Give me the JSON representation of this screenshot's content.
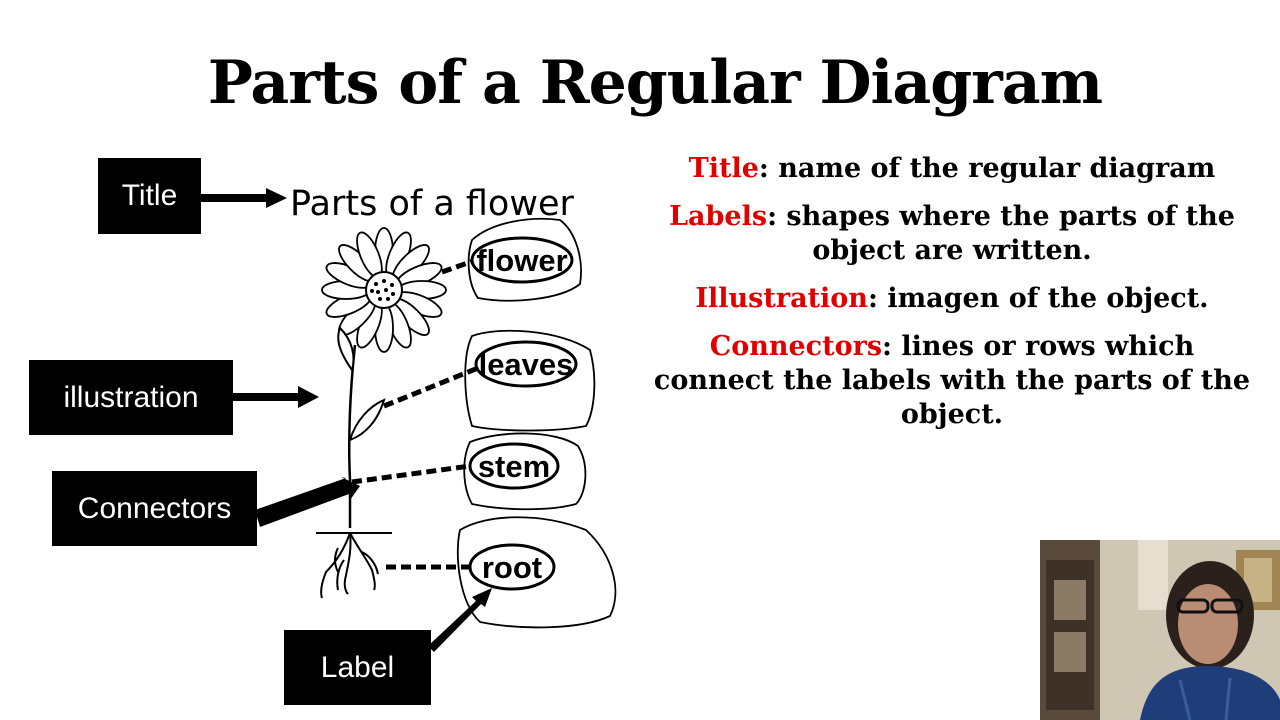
{
  "slide": {
    "title": "Parts of a Regular Diagram"
  },
  "callouts": {
    "title": "Title",
    "illustration": "illustration",
    "connectors": "Connectors",
    "label": "Label"
  },
  "diagram": {
    "title": "Parts of a flower",
    "labels": [
      "flower",
      "leaves",
      "stem",
      "root"
    ]
  },
  "definitions": [
    {
      "term": "Title",
      "text": ": name of the regular diagram"
    },
    {
      "term": "Labels",
      "text": ": shapes where the parts of the object are written."
    },
    {
      "term": "Illustration",
      "text": ": imagen of the object."
    },
    {
      "term": "Connectors",
      "text": ": lines or rows which connect the labels with the parts of the object."
    }
  ],
  "colors": {
    "term": "#e00000",
    "callout_background": "#000000",
    "callout_text": "#ffffff"
  }
}
